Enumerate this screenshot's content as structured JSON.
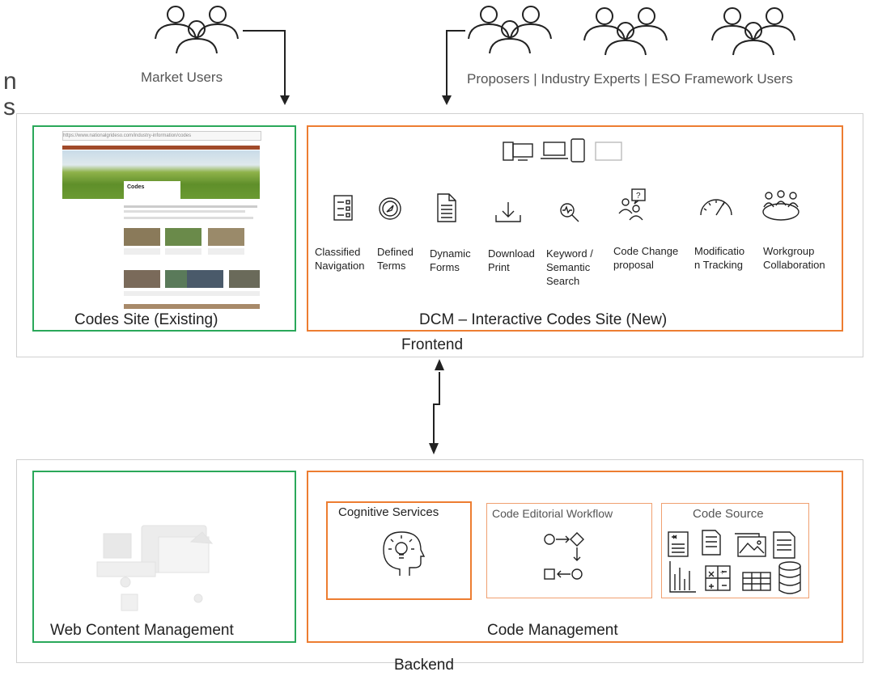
{
  "partial_left_text": {
    "line1": "n",
    "line2": "s"
  },
  "users": {
    "market": {
      "label": "Market Users"
    },
    "others": {
      "label": "Proposers | Industry Experts | ESO Framework Users"
    }
  },
  "frontend": {
    "label": "Frontend",
    "codes_site": {
      "label": "Codes Site (Existing)",
      "screenshot": {
        "url": "https://www.nationalgrideso.com/industry-information/codes",
        "banner_title": "Codes",
        "icon": "website-screenshot-icon"
      }
    },
    "dcm": {
      "label": "DCM – Interactive Codes Site (New)",
      "devices_icon": "multi-device-icon",
      "features": [
        {
          "line1": "Classified",
          "line2": "Navigation",
          "line3": "",
          "icon": "list-icon"
        },
        {
          "line1": "Defined",
          "line2": "Terms",
          "line3": "",
          "icon": "compass-icon"
        },
        {
          "line1": "Dynamic",
          "line2": "Forms",
          "line3": "",
          "icon": "document-icon"
        },
        {
          "line1": "Download",
          "line2": "Print",
          "line3": "",
          "icon": "download-icon"
        },
        {
          "line1": "Keyword /",
          "line2": "Semantic",
          "line3": "Search",
          "icon": "search-icon"
        },
        {
          "line1": "Code Change",
          "line2": "proposal",
          "line3": "",
          "icon": "people-question-icon"
        },
        {
          "line1": "Modificatio",
          "line2": "n Tracking",
          "line3": "",
          "icon": "gauge-icon"
        },
        {
          "line1": "Workgroup",
          "line2": "Collaboration",
          "line3": "",
          "icon": "meeting-icon"
        }
      ]
    }
  },
  "backend": {
    "label": "Backend",
    "wcm": {
      "label": "Web Content Management",
      "icon": "web-content-illustration-icon"
    },
    "code_management": {
      "label": "Code Management",
      "cognitive": {
        "label": "Cognitive Services",
        "icon": "head-lightbulb-icon"
      },
      "editorial": {
        "label": "Code Editorial Workflow",
        "icon": "workflow-icon"
      },
      "source": {
        "label": "Code Source",
        "icon": "data-sources-icon"
      }
    }
  },
  "colors": {
    "green": "#2aa85a",
    "orange": "#ed7d31",
    "frame": "#d0d0d0",
    "line": "#222222",
    "muted": "#555555"
  }
}
